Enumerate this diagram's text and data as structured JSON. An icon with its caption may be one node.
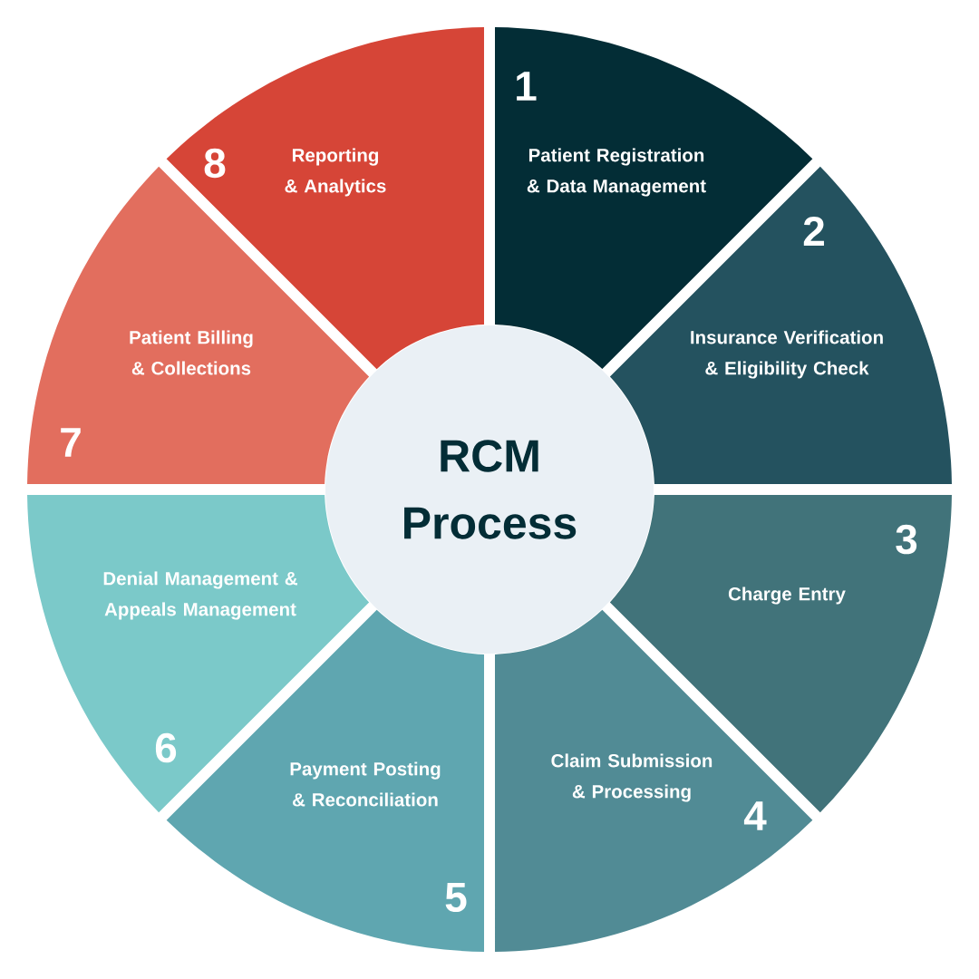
{
  "diagram": {
    "nodes": [
      {
        "text": [
          "RCM Process"
        ]
      },
      {
        "text": [
          "1",
          "Patient Registration & Data Management"
        ]
      },
      {
        "text": [
          "2",
          "Insurance Verification & Eligibility Check"
        ]
      },
      {
        "text": [
          "3",
          "Charge Entry"
        ]
      },
      {
        "text": [
          "Claim Submission & Processing",
          "4"
        ]
      },
      {
        "text": [
          "Payment Posting & Reconciliation",
          "5"
        ]
      },
      {
        "text": [
          "Denial Management & Appeals Management",
          "6"
        ]
      },
      {
        "text": [
          "Patient Billing & Collections",
          "7"
        ]
      },
      {
        "text": [
          "8",
          "Reporting & Analytics"
        ]
      }
    ]
  }
}
